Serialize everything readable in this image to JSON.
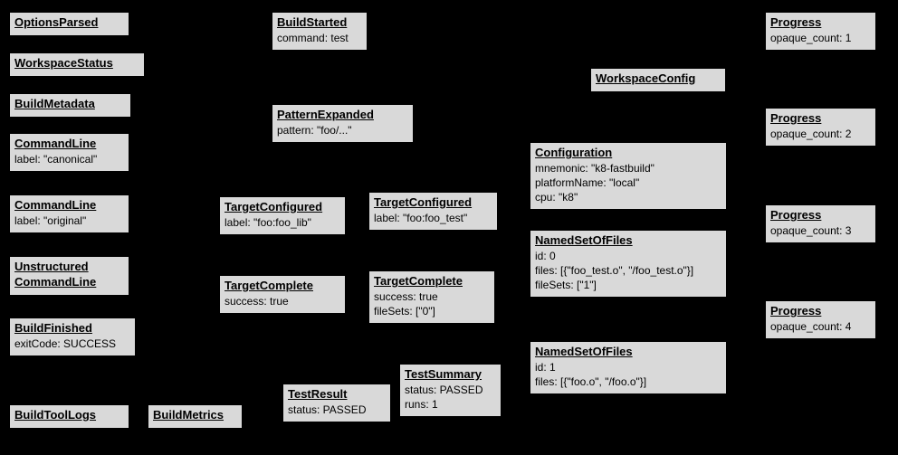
{
  "diagram": {
    "background": "#000000",
    "node_fill": "#d9d9d9",
    "node_border": "#000000",
    "text_color": "#000000"
  },
  "nodes": [
    {
      "title": "OptionsParsed",
      "lines": []
    },
    {
      "title": "WorkspaceStatus",
      "lines": []
    },
    {
      "title": "BuildMetadata",
      "lines": []
    },
    {
      "title": "CommandLine",
      "lines": [
        "label: \"canonical\""
      ]
    },
    {
      "title": "CommandLine",
      "lines": [
        "label: \"original\""
      ]
    },
    {
      "title": "Unstructured",
      "title2": "CommandLine",
      "lines": []
    },
    {
      "title": "BuildFinished",
      "lines": [
        "exitCode: SUCCESS"
      ]
    },
    {
      "title": "BuildToolLogs",
      "lines": []
    },
    {
      "title": "BuildMetrics",
      "lines": []
    },
    {
      "title": "BuildStarted",
      "lines": [
        "command: test"
      ]
    },
    {
      "title": "PatternExpanded",
      "lines": [
        "pattern: \"foo/...\""
      ]
    },
    {
      "title": "TargetConfigured",
      "lines": [
        "label: \"foo:foo_lib\""
      ]
    },
    {
      "title": "TargetConfigured",
      "lines": [
        "label: \"foo:foo_test\""
      ]
    },
    {
      "title": "TargetComplete",
      "lines": [
        "success: true"
      ]
    },
    {
      "title": "TargetComplete",
      "lines": [
        "success: true",
        "fileSets: [\"0\"]"
      ]
    },
    {
      "title": "TestResult",
      "lines": [
        "status: PASSED"
      ]
    },
    {
      "title": "TestSummary",
      "lines": [
        "status: PASSED",
        "runs: 1"
      ]
    },
    {
      "title": "WorkspaceConfig",
      "lines": []
    },
    {
      "title": "Configuration",
      "lines": [
        "mnemonic: \"k8-fastbuild\"",
        "platformName: \"local\"",
        "cpu: \"k8\""
      ]
    },
    {
      "title": "NamedSetOfFiles",
      "lines": [
        "id: 0",
        "files: [{\"foo_test.o\", \"/foo_test.o\"}]",
        "fileSets: [\"1\"]"
      ]
    },
    {
      "title": "NamedSetOfFiles",
      "lines": [
        "id: 1",
        "files: [{\"foo.o\", \"/foo.o\"}]"
      ]
    },
    {
      "title": "Progress",
      "lines": [
        "opaque_count: 1"
      ]
    },
    {
      "title": "Progress",
      "lines": [
        "opaque_count: 2"
      ]
    },
    {
      "title": "Progress",
      "lines": [
        "opaque_count: 3"
      ]
    },
    {
      "title": "Progress",
      "lines": [
        "opaque_count: 4"
      ]
    }
  ]
}
